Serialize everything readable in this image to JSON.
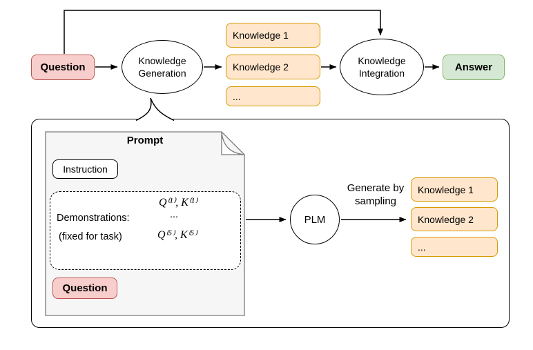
{
  "top_flow": {
    "question_label": "Question",
    "generation_label": [
      "Knowledge",
      "Generation"
    ],
    "knowledge_items": [
      "Knowledge 1",
      "Knowledge 2",
      "..."
    ],
    "integration_label": [
      "Knowledge",
      "Integration"
    ],
    "answer_label": "Answer"
  },
  "detail_panel": {
    "prompt_title": "Prompt",
    "instruction_label": "Instruction",
    "demonstrations": {
      "label": "Demonstrations:",
      "fixed_note": "(fixed for task)",
      "first_example": "Q⁽¹⁾, K⁽¹⁾",
      "ellipsis": "...",
      "last_example": "Q⁽⁵⁾, K⁽⁵⁾"
    },
    "question_label": "Question",
    "plm_label": "PLM",
    "generate_label": [
      "Generate by",
      "sampling"
    ],
    "knowledge_items": [
      "Knowledge 1",
      "Knowledge 2",
      "..."
    ]
  },
  "colors": {
    "question_fill": "#F8CECC",
    "question_border": "#B85450",
    "knowledge_fill": "#FFE6CC",
    "knowledge_border": "#D79B00",
    "answer_fill": "#D5E8D4",
    "answer_border": "#82B366",
    "prompt_panel_fill": "#F6F6F6",
    "arrow_color": "#000000"
  }
}
